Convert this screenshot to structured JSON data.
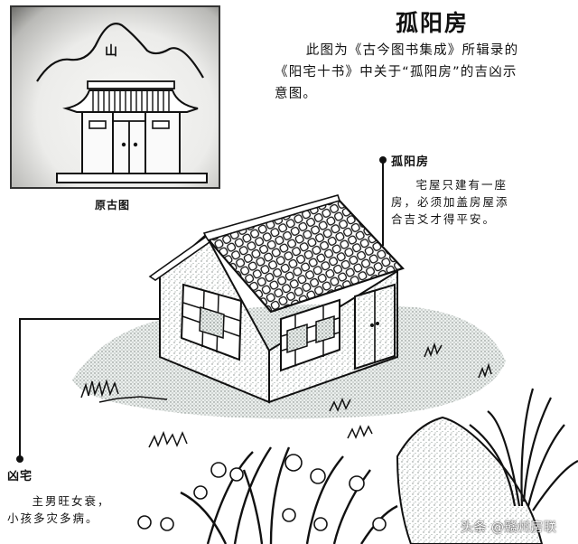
{
  "title": "孤阳房",
  "intro": {
    "line1": "此图为《古今图书集成》所辑录的",
    "line2": "《阳宅十书》中关于“孤阳房”的吉凶示",
    "line3": "意图。"
  },
  "original_drawing": {
    "caption": "原古图",
    "mountain_label": "山"
  },
  "callout_good": {
    "title": "孤阳房",
    "line1": "宅屋只建有一座",
    "line2": "房，必须加盖房屋添",
    "line3": "合吉爻才得平安。"
  },
  "callout_bad": {
    "title": "凶宅",
    "line1": "主男旺女衰，",
    "line2": "小孩多灾多病。"
  },
  "watermark": "头条 @赣州房联",
  "colors": {
    "ink": "#111111",
    "paper": "#ffffff",
    "stipple": "#9aa6a0"
  }
}
